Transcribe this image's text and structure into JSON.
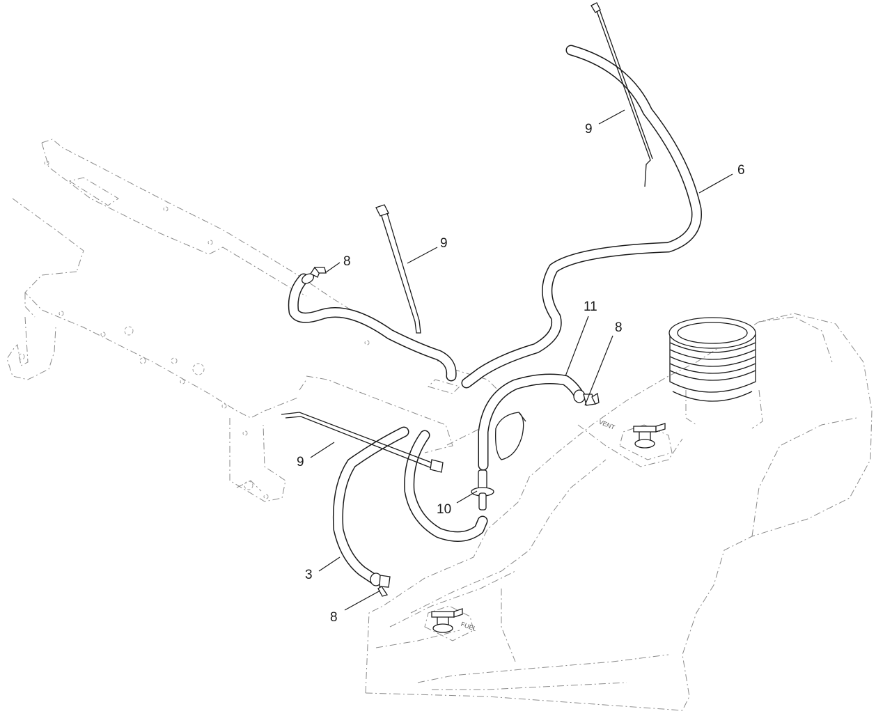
{
  "diagram": {
    "callouts": [
      {
        "id": "c-9-top",
        "label": "9"
      },
      {
        "id": "c-6",
        "label": "6"
      },
      {
        "id": "c-9-tie",
        "label": "9"
      },
      {
        "id": "c-8-left",
        "label": "8"
      },
      {
        "id": "c-11",
        "label": "11"
      },
      {
        "id": "c-8-right",
        "label": "8"
      },
      {
        "id": "c-9-lower",
        "label": "9"
      },
      {
        "id": "c-10",
        "label": "10"
      },
      {
        "id": "c-3",
        "label": "3"
      },
      {
        "id": "c-8-bottom",
        "label": "8"
      }
    ],
    "decals": {
      "vent": "VENT",
      "fuel": "FUEL"
    }
  }
}
